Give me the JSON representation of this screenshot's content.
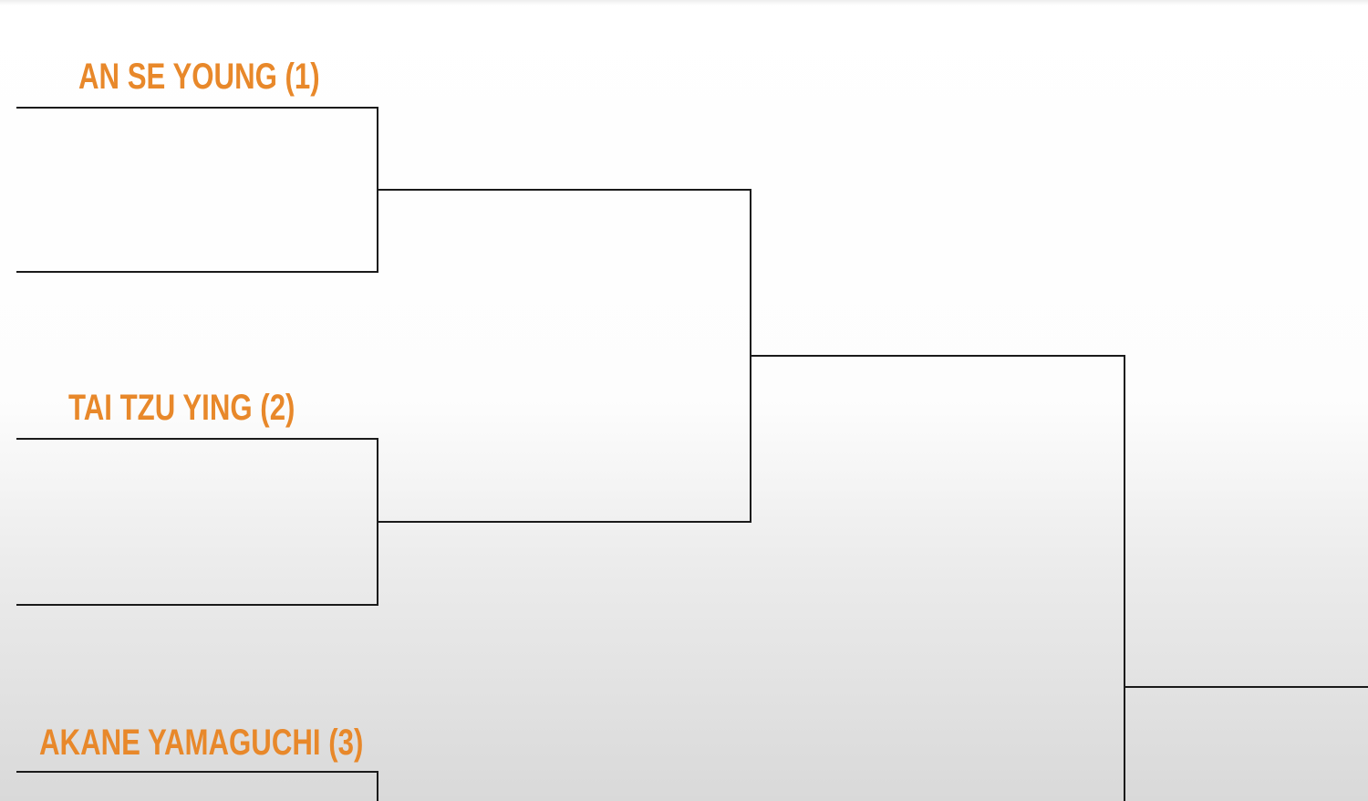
{
  "colors": {
    "name_text": "#e8882a",
    "line": "#1a1a1a"
  },
  "players": [
    {
      "label": "AN SE YOUNG (1)"
    },
    {
      "label": "TAI TZU YING (2)"
    },
    {
      "label": "AKANE YAMAGUCHI (3)"
    }
  ]
}
